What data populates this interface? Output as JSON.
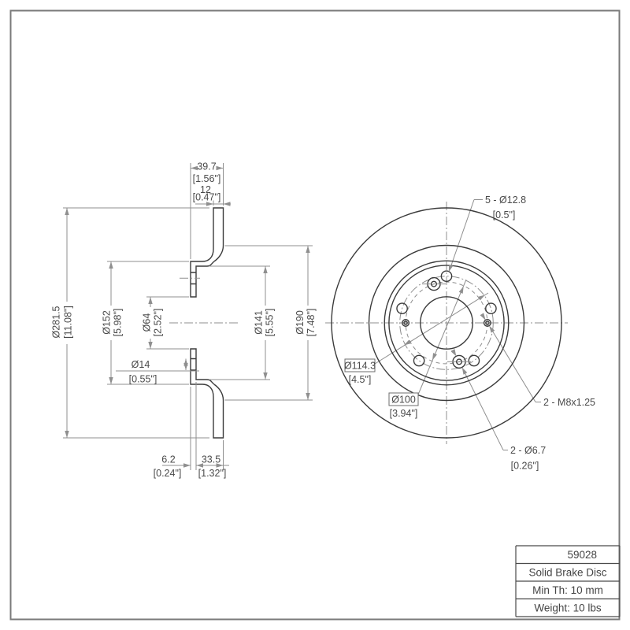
{
  "drawing": {
    "section": {
      "overall_width": {
        "mm": "39.7",
        "inch": "[1.56\"]"
      },
      "disc_thickness": {
        "mm": "12",
        "inch": "[0.47\"]"
      },
      "outer_diameter": {
        "mm": "Ø281.5",
        "inch": "[11.08\"]"
      },
      "hat_diameter": {
        "mm": "Ø152",
        "inch": "[5.98\"]"
      },
      "center_bore": {
        "mm": "Ø64",
        "inch": "[2.52\"]"
      },
      "lug_hole": {
        "mm": "Ø14",
        "inch": "[0.55\"]"
      },
      "inner_diameter": {
        "mm": "Ø141",
        "inch": "[5.55\"]"
      },
      "step_diameter": {
        "mm": "Ø190",
        "inch": "[7.48\"]"
      },
      "hat_depth": {
        "mm": "6.2",
        "inch": "[0.24\"]"
      },
      "hat_height": {
        "mm": "33.5",
        "inch": "[1.32\"]"
      }
    },
    "front": {
      "lug_holes": {
        "mm": "5 - Ø12.8",
        "inch": "[0.5\"]"
      },
      "bolt_circle": {
        "mm": "Ø114.3",
        "inch": "[4.5\"]"
      },
      "pilot_circle": {
        "mm": "Ø100",
        "inch": "[3.94\"]"
      },
      "thread_holes": {
        "mm": "2 - M8x1.25"
      },
      "pin_holes": {
        "mm": "2 - Ø6.7",
        "inch": "[0.26\"]"
      }
    },
    "title_block": {
      "part_number": "59028",
      "description": "Solid Brake Disc",
      "min_thickness": "Min Th: 10 mm",
      "weight": "Weight: 10 lbs"
    },
    "colors": {
      "object_line": "#3b3b3b",
      "dim_line": "#8f8f8f",
      "text": "#4a4a4a"
    }
  }
}
